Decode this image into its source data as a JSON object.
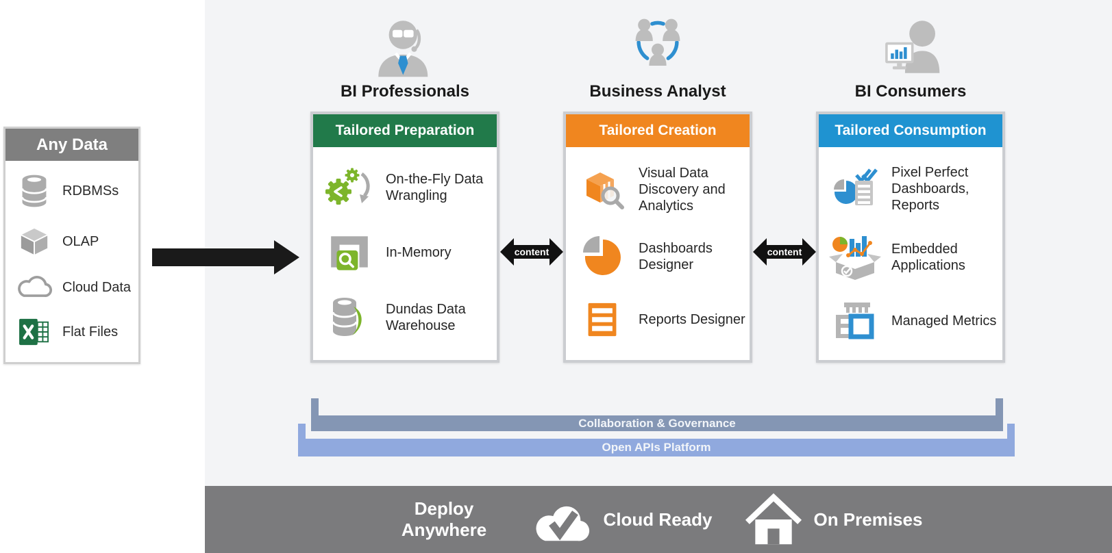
{
  "palette": {
    "background": "#F3F4F6",
    "green_header": "#217A4A",
    "orange_header": "#F0861F",
    "blue_header": "#1F93D1",
    "icon_green": "#7DB52B",
    "icon_orange": "#F0861F",
    "icon_blue": "#2E8FD0",
    "icon_gray": "#ABABAB",
    "any_data_header": "#7F7F7F",
    "collaboration_bar": "#8496B4",
    "open_apis_bar": "#90A9DE",
    "footer_bar": "#7B7B7D",
    "arrow_black": "#1A1A1A"
  },
  "any_data": {
    "title": "Any Data",
    "items": [
      {
        "icon": "database-icon",
        "label": "RDBMSs"
      },
      {
        "icon": "olap-cube-icon",
        "label": "OLAP"
      },
      {
        "icon": "cloud-icon",
        "label": "Cloud Data"
      },
      {
        "icon": "excel-icon",
        "label": "Flat Files"
      }
    ]
  },
  "flow": {
    "main_arrow_icon": "right-arrow-icon",
    "content_labels": [
      "content",
      "content"
    ]
  },
  "columns": [
    {
      "persona": "BI Professionals",
      "persona_icon": "bi-professional-icon",
      "header": "Tailored Preparation",
      "header_color": "#217A4A",
      "items": [
        {
          "icon": "data-wrangling-gears-icon",
          "label": "On-the-Fly Data Wrangling"
        },
        {
          "icon": "in-memory-icon",
          "label": "In-Memory"
        },
        {
          "icon": "data-warehouse-icon",
          "label": "Dundas Data Warehouse"
        }
      ]
    },
    {
      "persona": "Business Analyst",
      "persona_icon": "business-analyst-icon",
      "header": "Tailored Creation",
      "header_color": "#F0861F",
      "items": [
        {
          "icon": "cube-search-icon",
          "label": "Visual Data Discovery and Analytics"
        },
        {
          "icon": "pie-chart-icon",
          "label": "Dashboards Designer"
        },
        {
          "icon": "report-icon",
          "label": "Reports Designer"
        }
      ]
    },
    {
      "persona": "BI Consumers",
      "persona_icon": "bi-consumers-icon",
      "header": "Tailored Consumption",
      "header_color": "#1F93D1",
      "items": [
        {
          "icon": "dashboard-report-icon",
          "label": "Pixel Perfect Dashboards, Reports"
        },
        {
          "icon": "embedded-apps-icon",
          "label": "Embedded Applications"
        },
        {
          "icon": "managed-metrics-icon",
          "label": "Managed Metrics"
        }
      ]
    }
  ],
  "bars": [
    {
      "label": "Collaboration & Governance",
      "color": "#8496B4"
    },
    {
      "label": "Open APIs Platform",
      "color": "#90A9DE"
    }
  ],
  "footer": {
    "title": "Deploy Anywhere",
    "items": [
      {
        "icon": "cloud-check-icon",
        "label": "Cloud Ready"
      },
      {
        "icon": "house-icon",
        "label": "On Premises"
      }
    ]
  }
}
